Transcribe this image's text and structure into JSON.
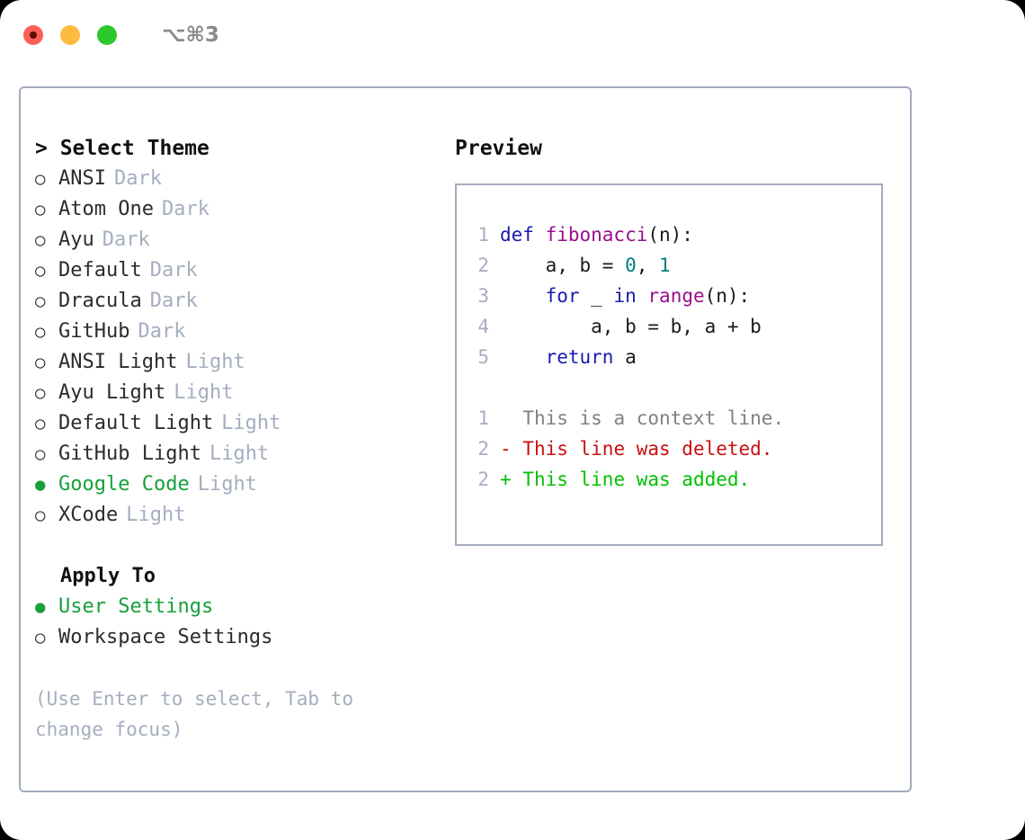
{
  "titlebar": {
    "shortcut": "⌥⌘3",
    "buttons": [
      {
        "name": "close",
        "color": "#fc6058"
      },
      {
        "name": "minimize",
        "color": "#fdbc40"
      },
      {
        "name": "zoom",
        "color": "#2cc82c"
      }
    ]
  },
  "theme_picker": {
    "heading": "> Select Theme",
    "items": [
      {
        "bullet": "○",
        "label": "ANSI",
        "variant": "Dark",
        "selected": false
      },
      {
        "bullet": "○",
        "label": "Atom One",
        "variant": "Dark",
        "selected": false
      },
      {
        "bullet": "○",
        "label": "Ayu",
        "variant": "Dark",
        "selected": false
      },
      {
        "bullet": "○",
        "label": "Default",
        "variant": "Dark",
        "selected": false
      },
      {
        "bullet": "○",
        "label": "Dracula",
        "variant": "Dark",
        "selected": false
      },
      {
        "bullet": "○",
        "label": "GitHub",
        "variant": "Dark",
        "selected": false
      },
      {
        "bullet": "○",
        "label": "ANSI Light",
        "variant": "Light",
        "selected": false
      },
      {
        "bullet": "○",
        "label": "Ayu Light",
        "variant": "Light",
        "selected": false
      },
      {
        "bullet": "○",
        "label": "Default Light",
        "variant": "Light",
        "selected": false
      },
      {
        "bullet": "○",
        "label": "GitHub Light",
        "variant": "Light",
        "selected": false
      },
      {
        "bullet": "●",
        "label": "Google Code",
        "variant": "Light",
        "selected": true
      },
      {
        "bullet": "○",
        "label": "XCode",
        "variant": "Light",
        "selected": false
      }
    ]
  },
  "apply_to": {
    "heading": "Apply To",
    "items": [
      {
        "bullet": "●",
        "label": "User Settings",
        "selected": true
      },
      {
        "bullet": "○",
        "label": "Workspace Settings",
        "selected": false
      }
    ]
  },
  "hint": "(Use Enter to select, Tab to change focus)",
  "preview": {
    "title": "Preview",
    "code_lines": [
      {
        "no": "1",
        "tokens": [
          {
            "t": "def ",
            "c": "kw"
          },
          {
            "t": "fibonacci",
            "c": "fn"
          },
          {
            "t": "(n):",
            "c": "pl"
          }
        ]
      },
      {
        "no": "2",
        "tokens": [
          {
            "t": "    a, b = ",
            "c": "pl"
          },
          {
            "t": "0",
            "c": "num"
          },
          {
            "t": ", ",
            "c": "pl"
          },
          {
            "t": "1",
            "c": "num"
          }
        ]
      },
      {
        "no": "3",
        "tokens": [
          {
            "t": "    ",
            "c": "pl"
          },
          {
            "t": "for",
            "c": "kw"
          },
          {
            "t": " _ ",
            "c": "pl"
          },
          {
            "t": "in",
            "c": "kw"
          },
          {
            "t": " ",
            "c": "pl"
          },
          {
            "t": "range",
            "c": "fn"
          },
          {
            "t": "(n):",
            "c": "pl"
          }
        ]
      },
      {
        "no": "4",
        "tokens": [
          {
            "t": "        a, b = b, a + b",
            "c": "pl"
          }
        ]
      },
      {
        "no": "5",
        "tokens": [
          {
            "t": "    ",
            "c": "pl"
          },
          {
            "t": "return",
            "c": "kw"
          },
          {
            "t": " a",
            "c": "pl"
          }
        ]
      }
    ],
    "diff_lines": [
      {
        "no": "1",
        "marker": "  ",
        "text": "This is a context line.",
        "kind": "ctx"
      },
      {
        "no": "2",
        "marker": "- ",
        "text": "This line was deleted.",
        "kind": "del"
      },
      {
        "no": "2",
        "marker": "+ ",
        "text": "This line was added.",
        "kind": "add"
      }
    ]
  },
  "colors": {
    "accent_green": "#17a03b",
    "muted": "#a5aebf",
    "border": "#a3abbd",
    "keyword": "#1a1aae",
    "function": "#960f8c",
    "number": "#007f7f",
    "diff_deleted": "#c81010",
    "diff_added": "#00c000",
    "diff_context": "#808080"
  }
}
